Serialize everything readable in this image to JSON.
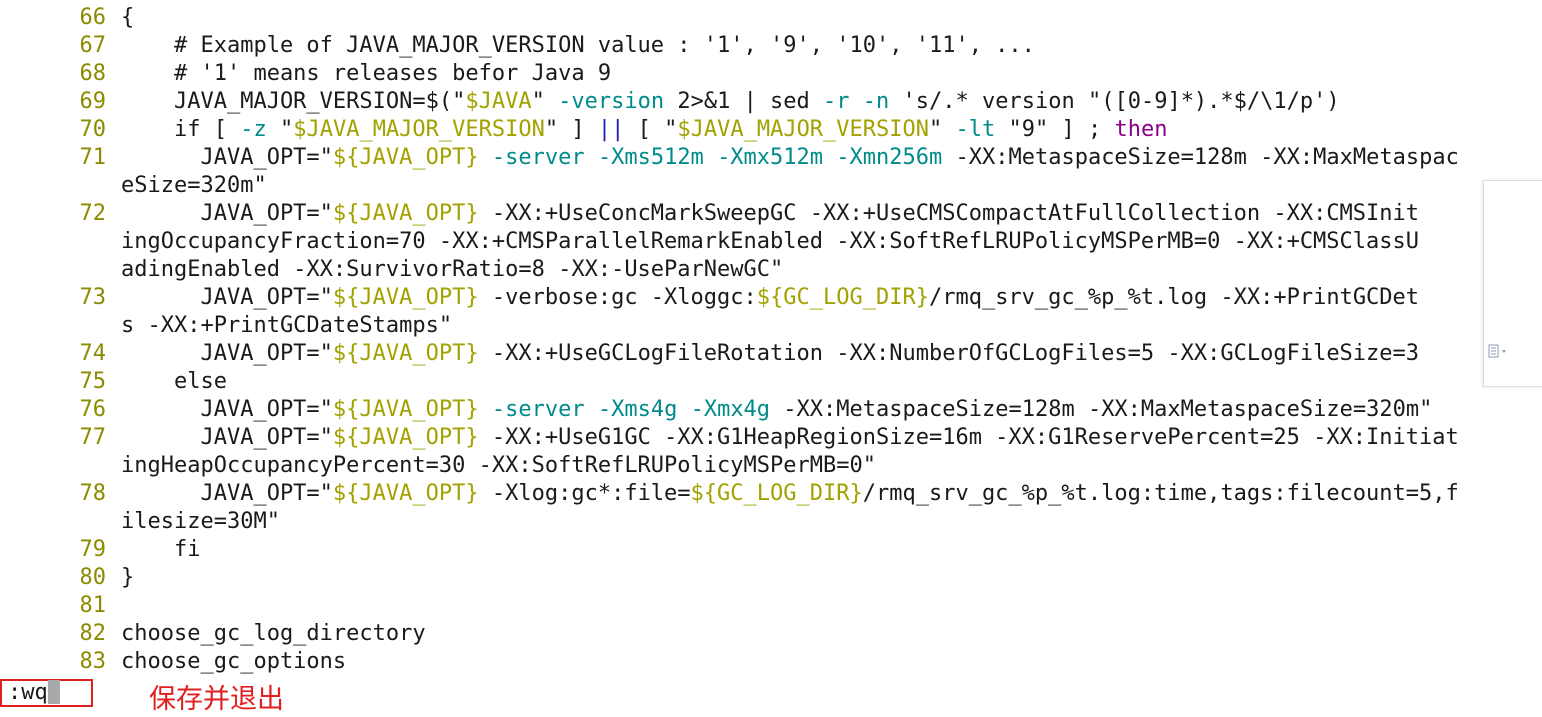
{
  "editor": {
    "lines": [
      {
        "num": "66",
        "segs": [
          {
            "t": "{",
            "c": "plain"
          }
        ]
      },
      {
        "num": "67",
        "segs": [
          {
            "t": "    # Example of JAVA_MAJOR_VERSION value : '1', '9', '10', '11', ...",
            "c": "plain"
          }
        ]
      },
      {
        "num": "68",
        "segs": [
          {
            "t": "    # '1' means releases befor Java 9",
            "c": "plain"
          }
        ]
      },
      {
        "num": "69",
        "segs": [
          {
            "t": "    JAVA_MAJOR_VERSION=$(",
            "c": "plain"
          },
          {
            "t": "\"",
            "c": "plain"
          },
          {
            "t": "$JAVA",
            "c": "var"
          },
          {
            "t": "\" ",
            "c": "plain"
          },
          {
            "t": "-version",
            "c": "opt"
          },
          {
            "t": " 2>&1 | sed ",
            "c": "plain"
          },
          {
            "t": "-r",
            "c": "opt"
          },
          {
            "t": " ",
            "c": "plain"
          },
          {
            "t": "-n",
            "c": "opt"
          },
          {
            "t": " 's/.* version \"([0-9]*).*$/\\1/p')",
            "c": "plain"
          }
        ]
      },
      {
        "num": "70",
        "segs": [
          {
            "t": "    if [ ",
            "c": "plain"
          },
          {
            "t": "-z",
            "c": "opt"
          },
          {
            "t": " \"",
            "c": "plain"
          },
          {
            "t": "$JAVA_MAJOR_VERSION",
            "c": "var"
          },
          {
            "t": "\" ] ",
            "c": "plain"
          },
          {
            "t": "||",
            "c": "op"
          },
          {
            "t": " [ \"",
            "c": "plain"
          },
          {
            "t": "$JAVA_MAJOR_VERSION",
            "c": "var"
          },
          {
            "t": "\" ",
            "c": "plain"
          },
          {
            "t": "-lt",
            "c": "opt"
          },
          {
            "t": " \"9\" ] ; ",
            "c": "plain"
          },
          {
            "t": "then",
            "c": "kw"
          }
        ]
      },
      {
        "num": "71",
        "segs": [
          {
            "t": "      JAVA_OPT=\"",
            "c": "plain"
          },
          {
            "t": "${JAVA_OPT}",
            "c": "var"
          },
          {
            "t": " ",
            "c": "plain"
          },
          {
            "t": "-server",
            "c": "opt"
          },
          {
            "t": " ",
            "c": "plain"
          },
          {
            "t": "-Xms512m",
            "c": "opt"
          },
          {
            "t": " ",
            "c": "plain"
          },
          {
            "t": "-Xmx512m",
            "c": "opt"
          },
          {
            "t": " ",
            "c": "plain"
          },
          {
            "t": "-Xmn256m",
            "c": "opt"
          },
          {
            "t": " -XX:MetaspaceSize=128m -XX:MaxMetaspac",
            "c": "plain"
          }
        ]
      },
      {
        "num": "",
        "segs": [
          {
            "t": "eSize=320m\"",
            "c": "plain"
          }
        ]
      },
      {
        "num": "72",
        "segs": [
          {
            "t": "      JAVA_OPT=\"",
            "c": "plain"
          },
          {
            "t": "${JAVA_OPT}",
            "c": "var"
          },
          {
            "t": " -XX:+UseConcMarkSweepGC -XX:+UseCMSCompactAtFullCollection -XX:CMSInit",
            "c": "plain"
          }
        ]
      },
      {
        "num": "",
        "segs": [
          {
            "t": "ingOccupancyFraction=70 -XX:+CMSParallelRemarkEnabled -XX:SoftRefLRUPolicyMSPerMB=0 -XX:+CMSClassU",
            "c": "plain"
          }
        ]
      },
      {
        "num": "",
        "segs": [
          {
            "t": "adingEnabled -XX:SurvivorRatio=8 -XX:-UseParNewGC\"",
            "c": "plain"
          }
        ]
      },
      {
        "num": "73",
        "segs": [
          {
            "t": "      JAVA_OPT=\"",
            "c": "plain"
          },
          {
            "t": "${JAVA_OPT}",
            "c": "var"
          },
          {
            "t": " -verbose:gc -Xloggc:",
            "c": "plain"
          },
          {
            "t": "${GC_LOG_DIR}",
            "c": "var"
          },
          {
            "t": "/rmq_srv_gc_%p_%t.log -XX:+PrintGCDet",
            "c": "plain"
          }
        ]
      },
      {
        "num": "",
        "segs": [
          {
            "t": "s -XX:+PrintGCDateStamps\"",
            "c": "plain"
          }
        ]
      },
      {
        "num": "74",
        "segs": [
          {
            "t": "      JAVA_OPT=\"",
            "c": "plain"
          },
          {
            "t": "${JAVA_OPT}",
            "c": "var"
          },
          {
            "t": " -XX:+UseGCLogFileRotation -XX:NumberOfGCLogFiles=5 -XX:GCLogFileSize=3",
            "c": "plain"
          }
        ]
      },
      {
        "num": "75",
        "segs": [
          {
            "t": "    else",
            "c": "plain"
          }
        ]
      },
      {
        "num": "76",
        "segs": [
          {
            "t": "      JAVA_OPT=\"",
            "c": "plain"
          },
          {
            "t": "${JAVA_OPT}",
            "c": "var"
          },
          {
            "t": " ",
            "c": "plain"
          },
          {
            "t": "-server",
            "c": "opt"
          },
          {
            "t": " ",
            "c": "plain"
          },
          {
            "t": "-Xms4g",
            "c": "opt"
          },
          {
            "t": " ",
            "c": "plain"
          },
          {
            "t": "-Xmx4g",
            "c": "opt"
          },
          {
            "t": " -XX:MetaspaceSize=128m -XX:MaxMetaspaceSize=320m\"",
            "c": "plain"
          }
        ]
      },
      {
        "num": "77",
        "segs": [
          {
            "t": "      JAVA_OPT=\"",
            "c": "plain"
          },
          {
            "t": "${JAVA_OPT}",
            "c": "var"
          },
          {
            "t": " -XX:+UseG1GC -XX:G1HeapRegionSize=16m -XX:G1ReservePercent=25 -XX:Initiat",
            "c": "plain"
          }
        ]
      },
      {
        "num": "",
        "segs": [
          {
            "t": "ingHeapOccupancyPercent=30 -XX:SoftRefLRUPolicyMSPerMB=0\"",
            "c": "plain"
          }
        ]
      },
      {
        "num": "78",
        "segs": [
          {
            "t": "      JAVA_OPT=\"",
            "c": "plain"
          },
          {
            "t": "${JAVA_OPT}",
            "c": "var"
          },
          {
            "t": " -Xlog:gc*:file=",
            "c": "plain"
          },
          {
            "t": "${GC_LOG_DIR}",
            "c": "var"
          },
          {
            "t": "/rmq_srv_gc_%p_%t.log:time,tags:filecount=5,f",
            "c": "plain"
          }
        ]
      },
      {
        "num": "",
        "segs": [
          {
            "t": "ilesize=30M\"",
            "c": "plain"
          }
        ]
      },
      {
        "num": "79",
        "segs": [
          {
            "t": "    fi",
            "c": "plain"
          }
        ]
      },
      {
        "num": "80",
        "segs": [
          {
            "t": "}",
            "c": "plain"
          }
        ]
      },
      {
        "num": "81",
        "segs": [
          {
            "t": "",
            "c": "plain"
          }
        ]
      },
      {
        "num": "82",
        "segs": [
          {
            "t": "choose_gc_log_directory",
            "c": "plain"
          }
        ]
      },
      {
        "num": "83",
        "segs": [
          {
            "t": "choose_gc_options",
            "c": "plain"
          }
        ]
      }
    ]
  },
  "command_line": {
    "text": ":wq"
  },
  "annotation": {
    "text": "保存并退出",
    "color": "#e02020"
  },
  "side_panel": {
    "icon": "document-icon"
  },
  "colors": {
    "line_number": "#8b8b00",
    "string_var": "#a2a200",
    "option": "#008b8b",
    "keyword": "#8b008b",
    "operator": "#1c1cb4",
    "highlight_box": "#e02020"
  }
}
